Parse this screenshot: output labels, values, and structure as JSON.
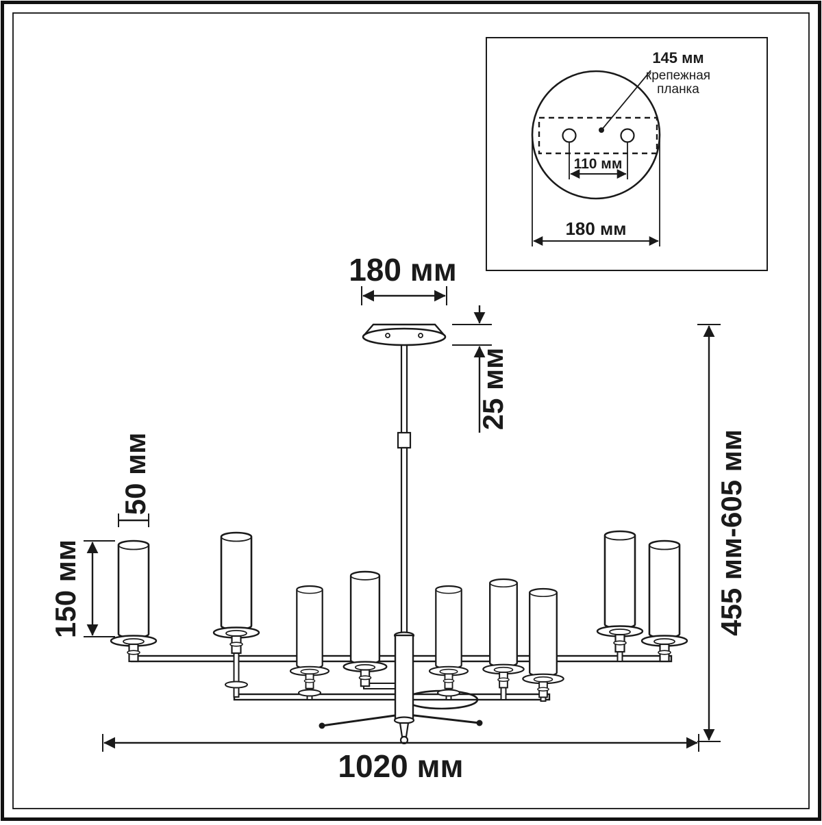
{
  "meta": {
    "ink_color": "#1a1a1a",
    "background_color": "#ffffff",
    "subject": "chandelier technical dimension drawing"
  },
  "dimensions": {
    "canopy_width": "180 мм",
    "canopy_height": "25 мм",
    "shade_diameter": "50 мм",
    "shade_height": "150 мм",
    "overall_width": "1020 мм",
    "overall_height_range": "455 мм-605 мм"
  },
  "inset": {
    "mount_plate_size": "145 мм",
    "mount_plate_label_line1": "крепежная",
    "mount_plate_label_line2": "планка",
    "mount_holes_spacing": "110 мм",
    "base_diameter": "180 мм"
  }
}
